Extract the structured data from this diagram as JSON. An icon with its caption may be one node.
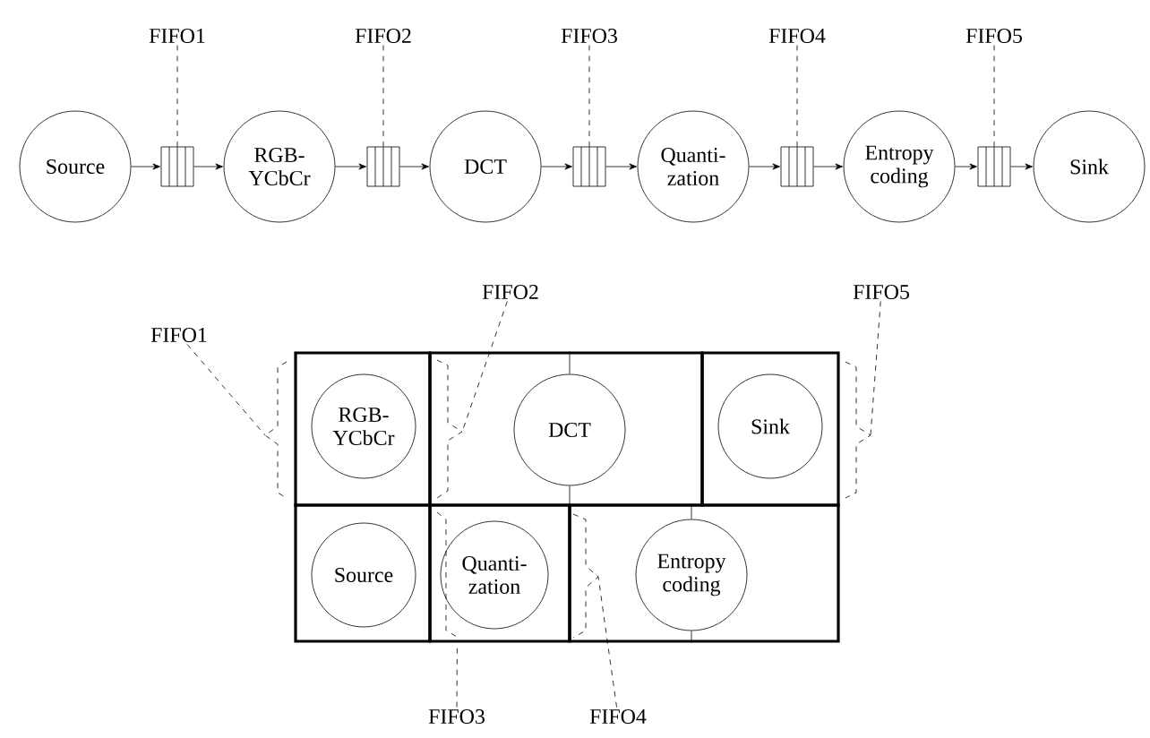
{
  "diagram": {
    "nodes": [
      {
        "text": [
          "FIFO1"
        ]
      },
      {
        "text": [
          "FIFO2"
        ]
      },
      {
        "text": [
          "FIFO3"
        ]
      },
      {
        "text": [
          "FIFO4"
        ]
      },
      {
        "text": [
          "FIFO5"
        ]
      },
      {
        "text": [
          "Source"
        ]
      },
      {
        "text": [],
        "shape": "box"
      },
      {
        "text": [
          "RGB- YCbCr"
        ]
      },
      {
        "text": [],
        "shape": "box"
      },
      {
        "text": [
          "DCT"
        ]
      },
      {
        "text": [],
        "shape": "box"
      },
      {
        "text": [
          "Quanti- zation"
        ]
      },
      {
        "text": [],
        "shape": "box"
      },
      {
        "text": [
          "Entropy coding"
        ]
      },
      {
        "text": [],
        "shape": "box"
      },
      {
        "text": [
          "Sink"
        ]
      },
      {
        "text": [
          "FIFO2"
        ]
      },
      {
        "text": [
          "FIFO5"
        ]
      },
      {
        "text": [
          "FIFO1"
        ]
      },
      {
        "text": [],
        "shape": "box"
      },
      {
        "text": [
          "RGB- YCbCr"
        ],
        "in": 19
      },
      {
        "text": [],
        "shape": "box"
      },
      {
        "text": [
          "DCT"
        ],
        "in": 21
      },
      {
        "text": [],
        "shape": "box"
      },
      {
        "text": [
          "Sink"
        ],
        "in": 23
      },
      {
        "text": [],
        "shape": "box"
      },
      {
        "text": [
          "Source"
        ],
        "in": 25
      },
      {
        "text": [],
        "shape": "box"
      },
      {
        "text": [
          "Quanti- zation"
        ],
        "in": 27
      },
      {
        "text": [],
        "shape": "box"
      },
      {
        "text": [
          "Entropy coding"
        ],
        "in": 29
      },
      {
        "text": [
          "FIFO3"
        ]
      },
      {
        "text": [
          "FIFO4"
        ]
      }
    ],
    "edges": [
      {
        "from": 5,
        "to": 6,
        "arrow": "to"
      },
      {
        "from": 6,
        "to": 7,
        "arrow": "to"
      },
      {
        "from": 7,
        "to": 8,
        "arrow": "to"
      },
      {
        "from": 8,
        "to": 9,
        "arrow": "to"
      },
      {
        "from": 9,
        "to": 10,
        "arrow": "to"
      },
      {
        "from": 10,
        "to": 11,
        "arrow": "to"
      },
      {
        "from": 11,
        "to": 12,
        "arrow": "to"
      },
      {
        "from": 12,
        "to": 13,
        "arrow": "to"
      },
      {
        "from": 13,
        "to": 14,
        "arrow": "to"
      },
      {
        "from": 14,
        "to": 15,
        "arrow": "to"
      },
      {
        "from": 0,
        "to": 6,
        "arrow": "none",
        "style": "dashed"
      },
      {
        "from": 1,
        "to": 8,
        "arrow": "none",
        "style": "dashed"
      },
      {
        "from": 2,
        "to": 10,
        "arrow": "none",
        "style": "dashed"
      },
      {
        "from": 3,
        "to": 12,
        "arrow": "none",
        "style": "dashed"
      },
      {
        "from": 4,
        "to": 14,
        "arrow": "none",
        "style": "dashed"
      },
      {
        "from": 16,
        "to": null,
        "arrow": "none",
        "style": "dashed"
      },
      {
        "from": 17,
        "to": null,
        "arrow": "none",
        "style": "dashed"
      },
      {
        "from": 18,
        "to": null,
        "arrow": "none",
        "style": "dashed"
      },
      {
        "from": 31,
        "to": 27,
        "arrow": "none",
        "style": "dashed"
      },
      {
        "from": 32,
        "to": null,
        "arrow": "none",
        "style": "dashed"
      },
      {
        "from": 22,
        "to": 21,
        "arrow": "none"
      },
      {
        "from": 22,
        "to": 21,
        "arrow": "none"
      },
      {
        "from": 30,
        "to": 29,
        "arrow": "none"
      },
      {
        "from": 30,
        "to": 29,
        "arrow": "none"
      }
    ]
  }
}
